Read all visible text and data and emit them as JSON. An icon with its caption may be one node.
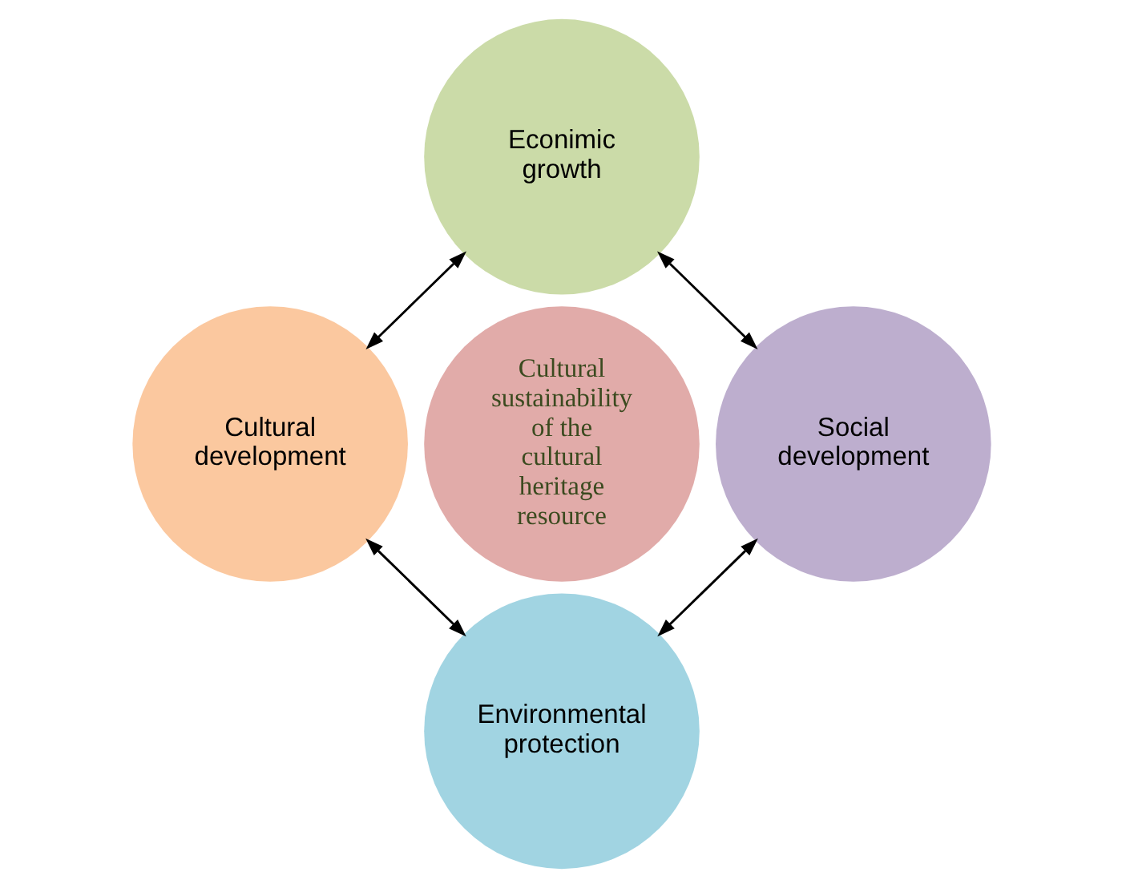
{
  "diagram": {
    "nodes": [
      {
        "text": [
          "Econimic growth"
        ]
      },
      {
        "text": [
          "Cultural sustainability of the cultural heritage resource"
        ]
      },
      {
        "text": [
          "Cultural development"
        ]
      },
      {
        "text": [
          "Social development"
        ]
      },
      {
        "text": [
          "Environmental protection"
        ]
      }
    ],
    "edges": [
      {
        "from": 0,
        "to": 2,
        "arrow": "both"
      },
      {
        "from": 0,
        "to": 3,
        "arrow": "both"
      },
      {
        "from": 2,
        "to": 4,
        "arrow": "both"
      },
      {
        "from": 3,
        "to": 4,
        "arrow": "both"
      }
    ]
  }
}
